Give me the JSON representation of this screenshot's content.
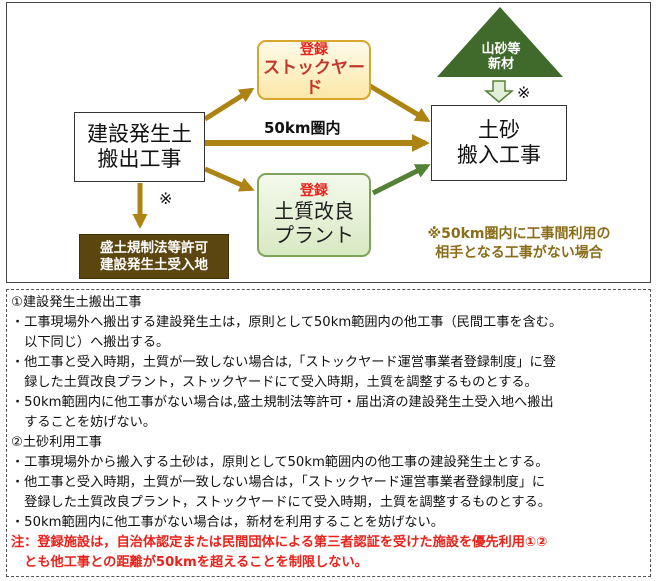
{
  "diagram": {
    "source": {
      "line1": "建設発生土",
      "line2": "搬出工事"
    },
    "destination": {
      "line1": "土砂",
      "line2": "搬入工事"
    },
    "stockyard": {
      "badge": "登録",
      "name": "ストックヤード"
    },
    "plant": {
      "badge": "登録",
      "line1": "土質改良",
      "line2": "プラント"
    },
    "disposal": {
      "line1": "盛土規制法等許可",
      "line2": "建設発生土受入地"
    },
    "virgin_material": {
      "line1": "山砂等",
      "line2": "新材"
    },
    "route_label": "50km圏内",
    "asterisk": "※",
    "note": {
      "line1": "※50km圏内に工事間利用の",
      "line2": "相手となる工事がない場合"
    },
    "colors": {
      "arrow_brown": "#ad8413",
      "arrow_green": "#548235",
      "triangle": "#3f6a2b",
      "disposal_bg": "#5b4610"
    }
  },
  "text_lines": [
    {
      "text": "①建設発生土搬出工事",
      "style": "normal"
    },
    {
      "text": "・工事現場外へ搬出する建設発生土は，原則として50km範囲内の他工事（民間工事を含む。",
      "style": "normal"
    },
    {
      "text": "　以下同じ）へ搬出する。",
      "style": "normal"
    },
    {
      "text": "・他工事と受入時期，土質が一致しない場合は,「ストックヤード運営事業者登録制度」に登",
      "style": "normal"
    },
    {
      "text": "　録した土質改良プラント，ストックヤードにて受入時期，土質を調整するものとする。",
      "style": "normal"
    },
    {
      "text": "・50km範囲内に他工事がない場合は,盛土規制法等許可・届出済の建設発生土受入地へ搬出",
      "style": "normal"
    },
    {
      "text": "　することを妨げない。",
      "style": "normal"
    },
    {
      "text": "②土砂利用工事",
      "style": "normal"
    },
    {
      "text": "・工事現場外から搬入する土砂は，原則として50km範囲内の他工事の建設発生土とする。",
      "style": "normal"
    },
    {
      "text": "・他工事と受入時期，土質が一致しない場合は，「ストックヤード運営事業者登録制度」に",
      "style": "normal"
    },
    {
      "text": "　登録した土質改良プラント，ストックヤードにて受入時期，土質を調整するものとする。",
      "style": "normal"
    },
    {
      "text": "・50km範囲内に他工事がない場合は，新材を利用することを妨げない。",
      "style": "normal"
    },
    {
      "text": "注：登録施設は，自治体認定または民間団体による第三者認証を受けた施設を優先利用①②",
      "style": "red"
    },
    {
      "text": "　とも他工事との距離が50kmを超えることを制限しない。",
      "style": "red"
    }
  ]
}
